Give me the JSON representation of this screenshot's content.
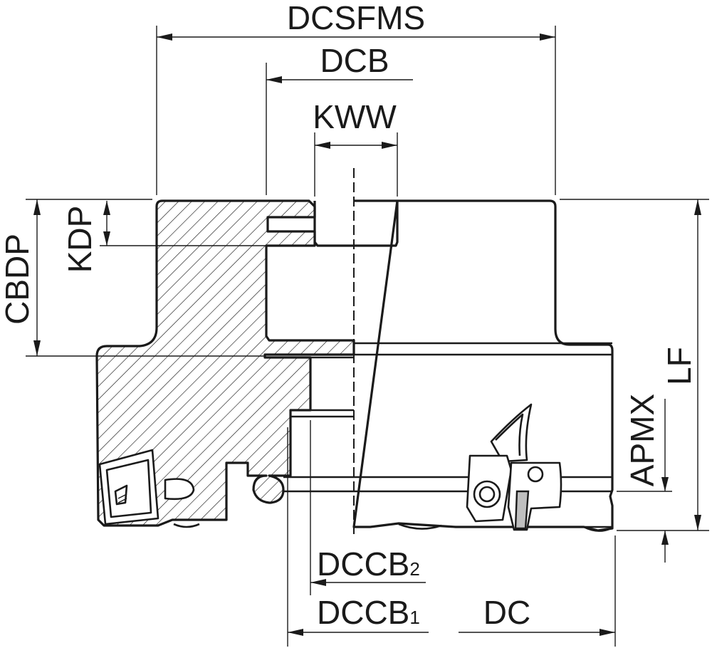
{
  "diagram": {
    "labels": {
      "dcsfms": "DCSFMS",
      "dcb": "DCB",
      "kww": "KWW",
      "kdp": "KDP",
      "cbdp": "CBDP",
      "lf": "LF",
      "apmx": "APMX",
      "dccb2_main": "DCCB",
      "dccb2_sub": "2",
      "dccb1_main": "DCCB",
      "dccb1_sub": "1",
      "dc": "DC"
    }
  }
}
